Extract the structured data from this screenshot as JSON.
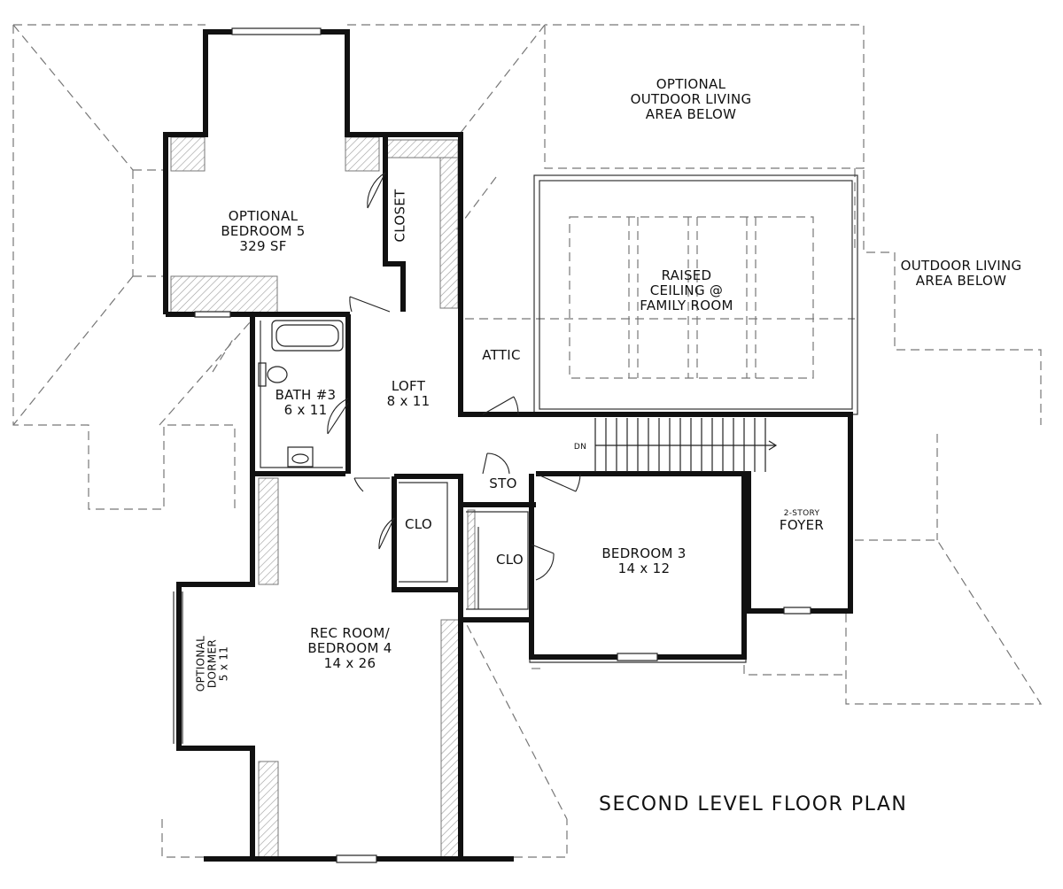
{
  "plan_title": "SECOND LEVEL FLOOR PLAN",
  "rooms": {
    "bedroom5": {
      "line1": "OPTIONAL",
      "line2": "BEDROOM 5",
      "line3": "329 SF"
    },
    "closet": {
      "name": "CLOSET"
    },
    "optional_outdoor": {
      "line1": "OPTIONAL",
      "line2": "OUTDOOR LIVING",
      "line3": "AREA BELOW"
    },
    "raised_ceiling": {
      "line1": "RAISED",
      "line2": "CEILING @",
      "line3": "FAMILY ROOM"
    },
    "outdoor_living": {
      "line1": "OUTDOOR LIVING",
      "line2": "AREA BELOW"
    },
    "attic": {
      "name": "ATTIC"
    },
    "loft": {
      "name": "LOFT",
      "size": "8 x 11"
    },
    "bath3": {
      "name": "BATH #3",
      "size": "6 x 11"
    },
    "stair": {
      "dn": "DN"
    },
    "sto": {
      "name": "STO"
    },
    "clo1": {
      "name": "CLO"
    },
    "clo2": {
      "name": "CLO"
    },
    "bedroom3": {
      "name": "BEDROOM 3",
      "size": "14 x 12"
    },
    "foyer": {
      "line1": "2-STORY",
      "line2": "FOYER"
    },
    "rec_room": {
      "line1": "REC ROOM/",
      "line2": "BEDROOM 4",
      "line3": "14 x 26"
    },
    "dormer": {
      "line1": "OPTIONAL",
      "line2": "DORMER",
      "line3": "5 x 11"
    }
  },
  "colors": {
    "wall": "#111111",
    "dashed": "#777777",
    "hatch": "#999999"
  }
}
